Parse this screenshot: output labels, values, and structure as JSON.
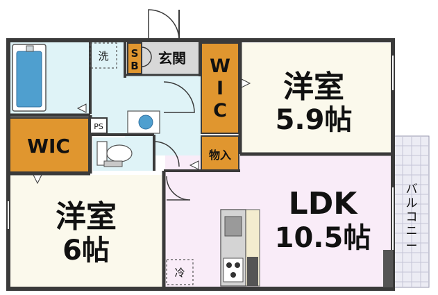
{
  "rooms": {
    "western_59": {
      "name": "洋室",
      "size": "5.9帖"
    },
    "western_6": {
      "name": "洋室",
      "size": "6帖"
    },
    "ldk": {
      "name": "LDK",
      "size": "10.5帖"
    },
    "wic_left": {
      "name": "WIC"
    },
    "wic_top": {
      "chars": [
        "W",
        "I",
        "C"
      ]
    },
    "genkan": {
      "name": "玄関"
    },
    "sb": {
      "chars": [
        "S",
        "B"
      ]
    },
    "sentaku": {
      "name": "洗"
    },
    "ps": {
      "name": "PS"
    },
    "storage": {
      "name": "物入"
    },
    "fridge": {
      "name": "冷"
    },
    "balcony": {
      "chars": [
        "バ",
        "ル",
        "コ",
        "ニ",
        "ー"
      ]
    }
  },
  "colors": {
    "wall": "#3a3a3a",
    "closet": "#e0962f",
    "bath": "#dff3f7",
    "western": "#fbf9ec",
    "ldk": "#f9ecf8",
    "entrance": "#d8d8d8",
    "balcony": "#ececf4",
    "tub": "#4f9fcf"
  }
}
